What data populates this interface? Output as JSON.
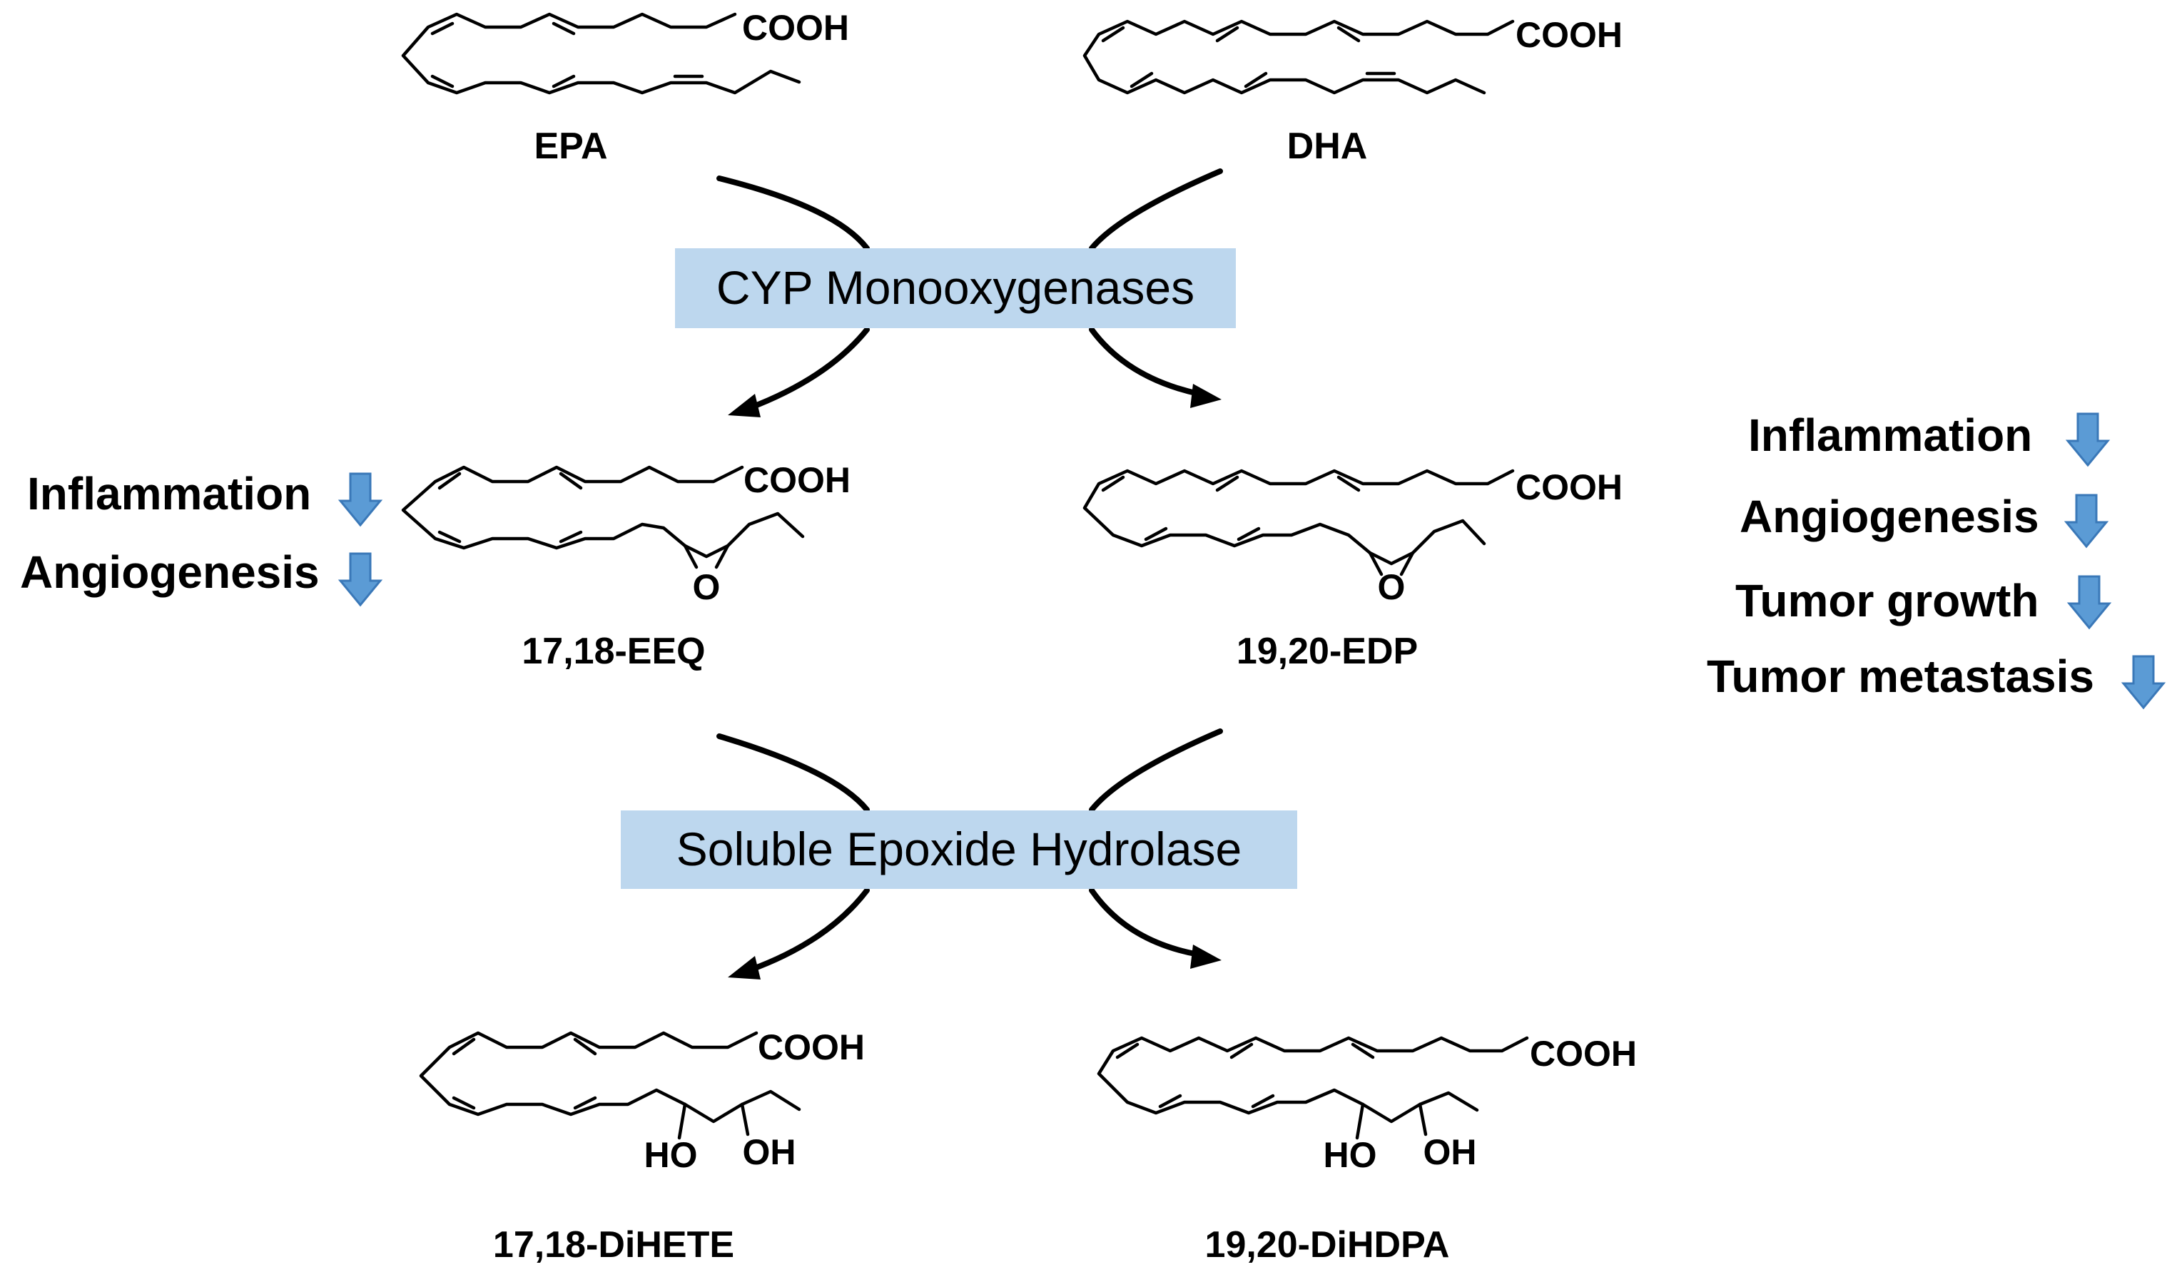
{
  "enzymes": {
    "cyp": "CYP Monooxygenases",
    "seh": "Soluble Epoxide Hydrolase"
  },
  "compounds": {
    "epa": {
      "name": "EPA",
      "group": "COOH"
    },
    "dha": {
      "name": "DHA",
      "group": "COOH"
    },
    "eeq": {
      "name": "17,18-EEQ",
      "group": "COOH",
      "epoxide_o": "O"
    },
    "edp": {
      "name": "19,20-EDP",
      "group": "COOH",
      "epoxide_o": "O"
    },
    "dihete": {
      "name": "17,18-DiHETE",
      "group": "COOH",
      "ho": "HO",
      "oh": "OH"
    },
    "dihdpa": {
      "name": "19,20-DiHDPA",
      "group": "COOH",
      "ho": "HO",
      "oh": "OH"
    }
  },
  "effects_left": [
    "Inflammation",
    "Angiogenesis"
  ],
  "effects_right": [
    "Inflammation",
    "Angiogenesis",
    "Tumor growth",
    "Tumor metastasis"
  ],
  "colors": {
    "enzyme_box": "#bdd7ee",
    "decrease_arrow": "#5b9bd5"
  },
  "icons": {
    "decrease": "down-arrow-icon"
  }
}
